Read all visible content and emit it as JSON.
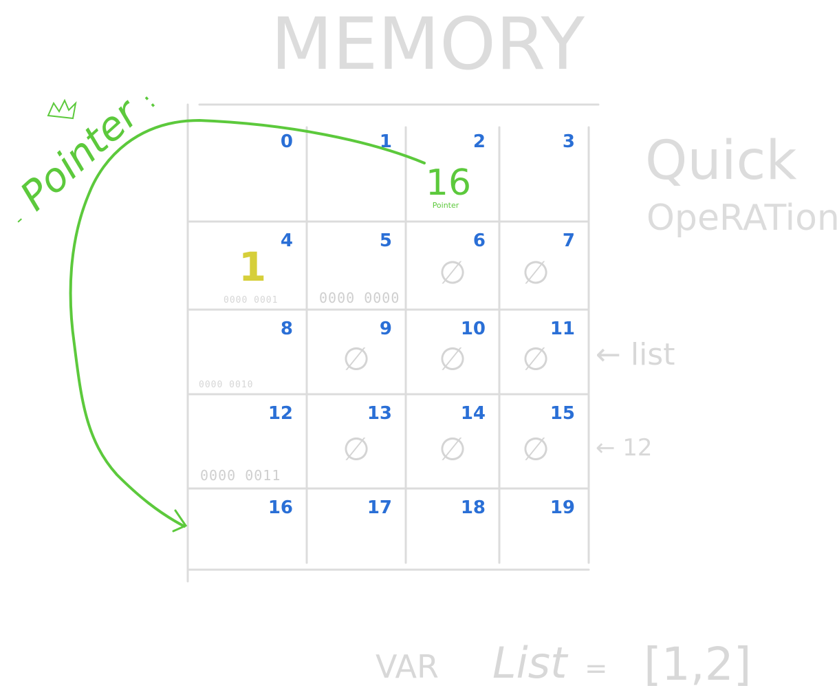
{
  "title": "MEMORY",
  "side_title": {
    "line1": "Quick",
    "line2": "OpeRATion"
  },
  "pointer_label": "Pointer",
  "pointer_value": "16",
  "pointer_small_label": "Pointer",
  "list_value": "1",
  "addresses": [
    "0",
    "1",
    "2",
    "3",
    "4",
    "5",
    "6",
    "7",
    "8",
    "9",
    "10",
    "11",
    "12",
    "13",
    "14",
    "15",
    "16",
    "17",
    "18",
    "19"
  ],
  "empty_symbol": "∅",
  "empty_cells": [
    6,
    7,
    9,
    10,
    11,
    13,
    14,
    15
  ],
  "bit_labels": [
    {
      "cell": 4,
      "text": "0000 0001"
    },
    {
      "cell": 5,
      "text": "0000 0000"
    },
    {
      "cell": 8,
      "text": "0000 0010"
    },
    {
      "cell": 12,
      "text": "0000 0011"
    }
  ],
  "annotations": {
    "list": "← list",
    "twelve": "← 12"
  },
  "footer": {
    "var": "VAR",
    "name": "List",
    "eq": "=",
    "value": "[1,2]"
  },
  "colors": {
    "address": "#2a6fd6",
    "pointer": "#5cc93c",
    "value": "#d6cf3a",
    "grid": "#dcdcdc",
    "faded": "#d8d8d8"
  }
}
